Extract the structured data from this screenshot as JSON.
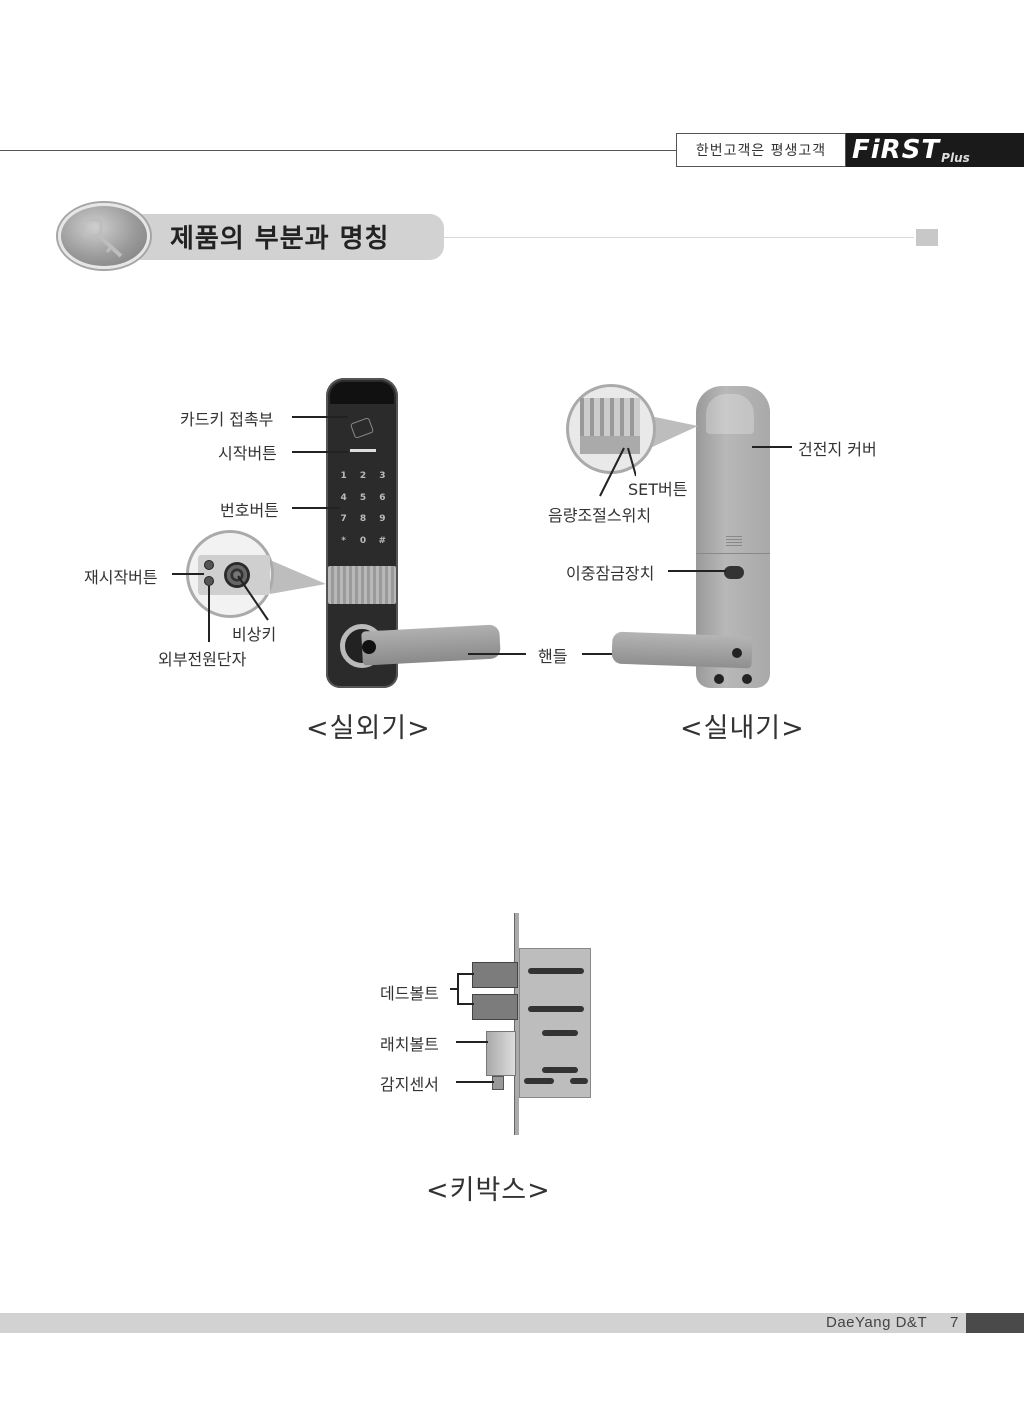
{
  "header": {
    "slogan": "한번고객은 평생고객",
    "brand": {
      "name": "FiRST",
      "suffix": "Plus"
    }
  },
  "section": {
    "title": "제품의 부분과 명칭",
    "icon": "key-icon"
  },
  "outdoor_unit": {
    "caption": "<실외기>",
    "labels": {
      "card_contact": "카드키 접촉부",
      "start_button": "시작버튼",
      "number_buttons": "번호버튼",
      "restart_button": "재시작버튼",
      "emergency_key": "비상키",
      "external_power": "외부전원단자"
    },
    "keypad": [
      "1",
      "2",
      "3",
      "4",
      "5",
      "6",
      "7",
      "8",
      "9",
      "*",
      "0",
      "#"
    ]
  },
  "shared": {
    "handle": "핸들"
  },
  "indoor_unit": {
    "caption": "<실내기>",
    "labels": {
      "battery_cover": "건전지 커버",
      "set_button": "SET버튼",
      "volume_switch": "음량조절스위치",
      "double_lock": "이중잠금장치"
    }
  },
  "keybox": {
    "caption": "<키박스>",
    "labels": {
      "deadbolt": "데드볼트",
      "latch_bolt": "래치볼트",
      "sensor": "감지센서"
    }
  },
  "footer": {
    "company": "DaeYang D&T",
    "page": "7"
  },
  "colors": {
    "brand_bg": "#1a1a1a",
    "section_pill": "#d2d2d2",
    "footer_bar": "#d2d2d2",
    "footer_dark": "#4a4a4a"
  }
}
